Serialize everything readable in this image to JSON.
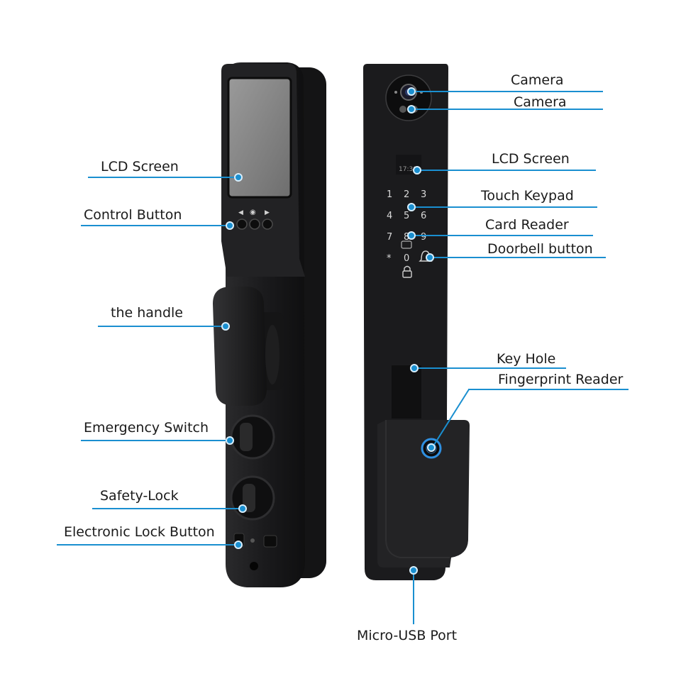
{
  "labels": {
    "lcd_screen_left": "LCD Screen",
    "control_button": "Control Button",
    "the_handle": "the handle",
    "emergency_switch": "Emergency Switch",
    "safety_lock": "Safety-Lock",
    "electronic_lock_button": "Electronic Lock Button",
    "camera_1": "Camera",
    "camera_2": "Camera",
    "lcd_screen_right": "LCD Screen",
    "touch_keypad": "Touch Keypad",
    "card_reader": "Card Reader",
    "doorbell_button": "Doorbell button",
    "key_hole": "Key Hole",
    "fingerprint_reader": "Fingerprint Reader",
    "micro_usb_port": "Micro-USB Port"
  },
  "device_display": {
    "clock": "17:30",
    "keypad": [
      "1",
      "2",
      "3",
      "4",
      "5",
      "6",
      "7",
      "8",
      "9",
      "*",
      "0"
    ]
  },
  "colors": {
    "callout": "#1a8fd0",
    "body": "#1c1c1e",
    "fingerprint_ring": "#2f8fe0"
  }
}
